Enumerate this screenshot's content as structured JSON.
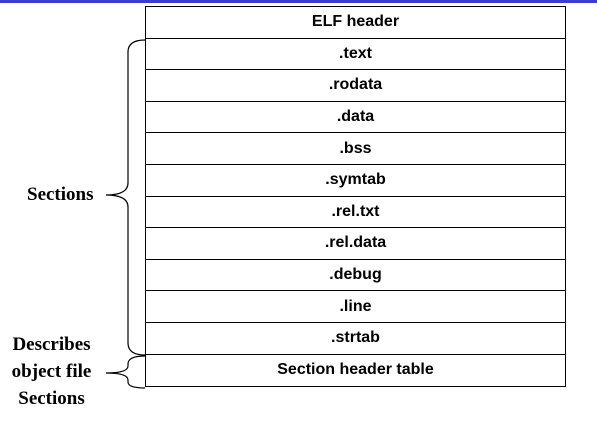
{
  "diagram": {
    "header_row": "ELF header",
    "sections": [
      ".text",
      ".rodata",
      ".data",
      ".bss",
      ".symtab",
      ".rel.txt",
      ".rel.data",
      ".debug",
      ".line",
      ".strtab"
    ],
    "footer_row": "Section header table",
    "labels": {
      "sections": "Sections",
      "describes_lines": [
        "Describes",
        "object file",
        "Sections"
      ]
    }
  }
}
